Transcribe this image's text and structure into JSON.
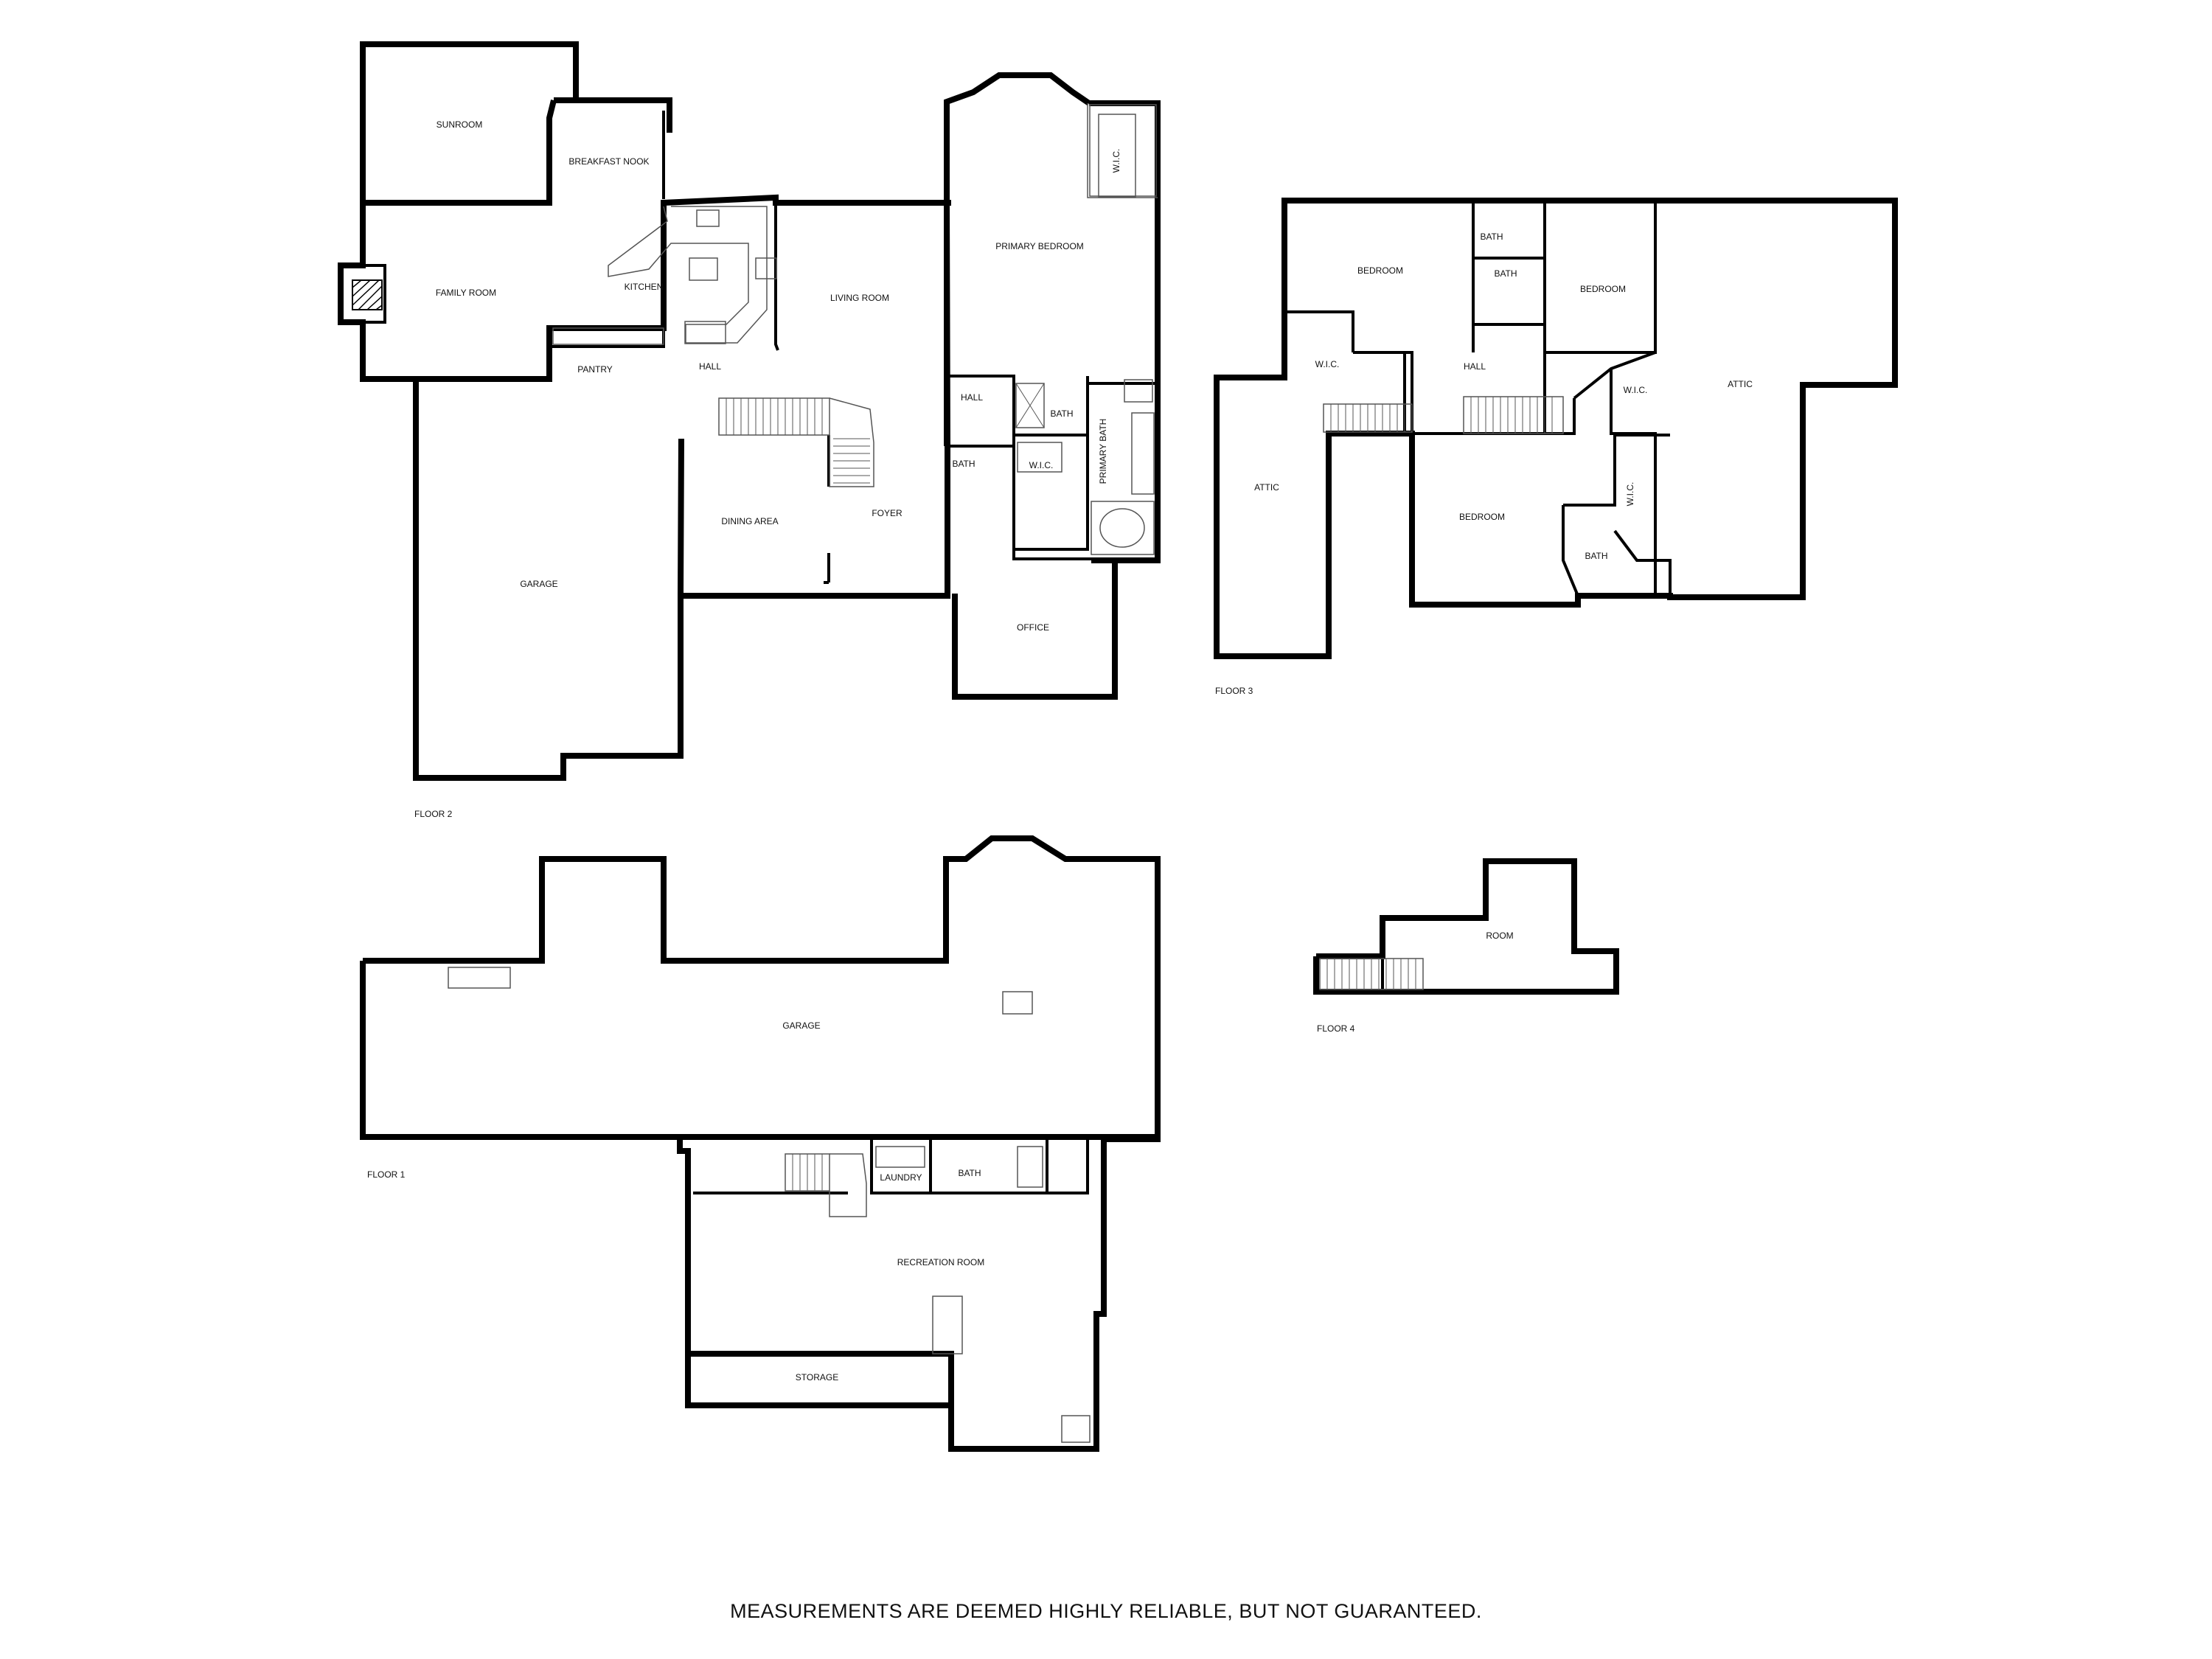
{
  "floors": [
    {
      "name": "FLOOR 2",
      "rooms": [
        "SUNROOM",
        "BREAKFAST NOOK",
        "FAMILY ROOM",
        "KITCHEN",
        "LIVING ROOM",
        "PRIMARY BEDROOM",
        "W.I.C.",
        "PANTRY",
        "HALL",
        "HALL",
        "BATH",
        "BATH",
        "W.I.C.",
        "PRIMARY BATH",
        "DINING AREA",
        "FOYER",
        "GARAGE",
        "OFFICE"
      ]
    },
    {
      "name": "FLOOR 3",
      "rooms": [
        "BEDROOM",
        "BATH",
        "BATH",
        "BEDROOM",
        "ATTIC",
        "W.I.C.",
        "HALL",
        "W.I.C.",
        "ATTIC",
        "BEDROOM",
        "W.I.C.",
        "BATH"
      ]
    },
    {
      "name": "FLOOR 1",
      "rooms": [
        "GARAGE",
        "LAUNDRY",
        "BATH",
        "RECREATION ROOM",
        "STORAGE"
      ]
    },
    {
      "name": "FLOOR 4",
      "rooms": [
        "ROOM"
      ]
    }
  ],
  "disclaimer": "MEASUREMENTS ARE DEEMED HIGHLY RELIABLE, BUT NOT GUARANTEED."
}
